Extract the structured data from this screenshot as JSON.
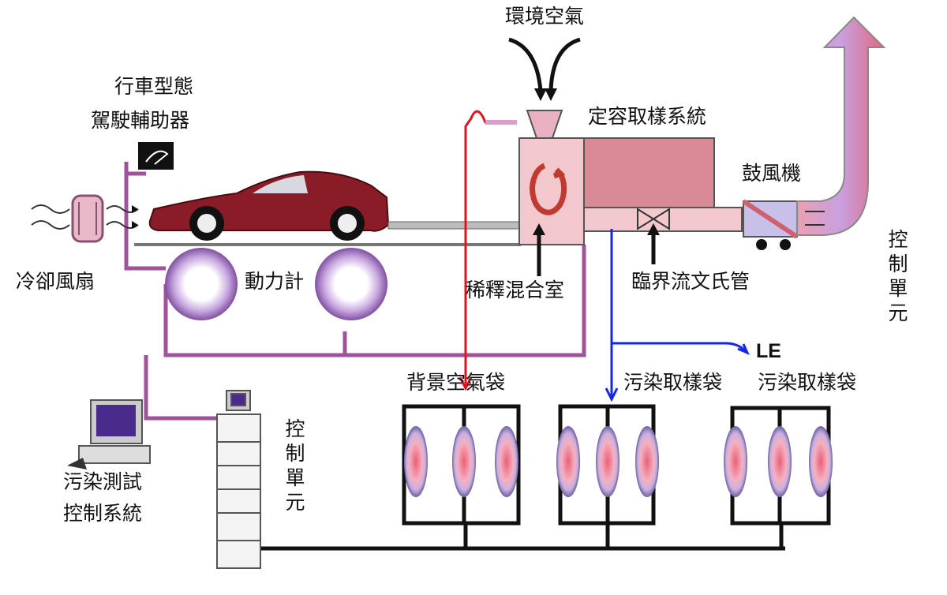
{
  "labels": {
    "ambient_air": "環境空氣",
    "driving_pattern": "行車型態",
    "driver_aid": "駕駛輔助器",
    "cvs_system": "定容取樣系統",
    "blower": "鼓風機",
    "control_unit_right": "控制單元",
    "cooling_fan": "冷卻風扇",
    "dynamometer": "動力計",
    "dilution_chamber": "稀釋混合室",
    "critical_venturi": "臨界流文氏管",
    "le": "LE",
    "background_bag": "背景空氣袋",
    "sample_bag_1": "污染取樣袋",
    "sample_bag_2": "污染取樣袋",
    "emission_test_line1": "污染測試",
    "emission_test_line2": "控制系統",
    "control_unit_left": "控制單元"
  },
  "colors": {
    "purple_line": "#a0529a",
    "red_line": "#e0141e",
    "blue_line": "#1428e6",
    "car": "#8a1c28",
    "cvs_light": "#f2c8cc",
    "cvs_dark": "#d98a96"
  }
}
